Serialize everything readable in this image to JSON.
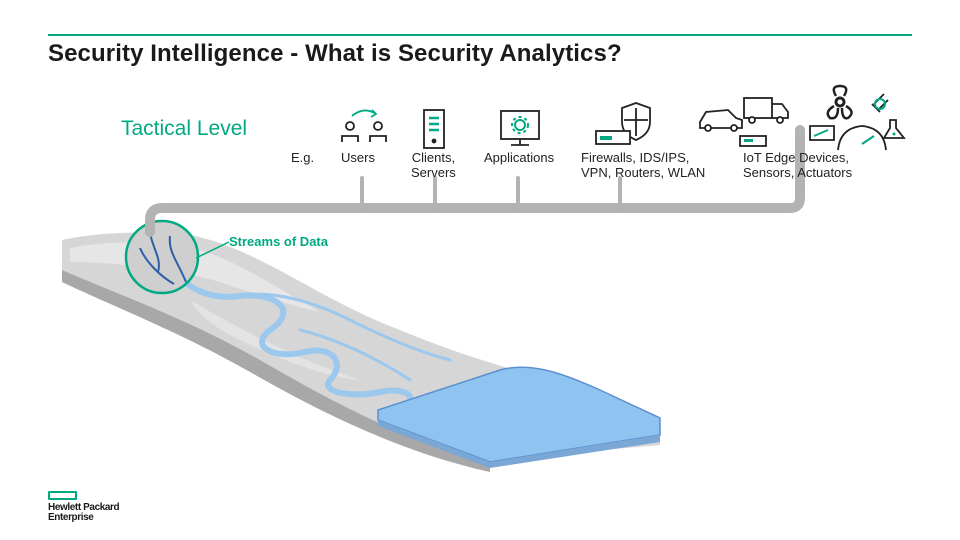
{
  "colors": {
    "accent": "#01a982",
    "connector": "#b3b3b3",
    "water": "#8fc3f0",
    "water_edge": "#5b8fce",
    "terrain": "#d9d9d9",
    "terrain_dark": "#b0b0b0"
  },
  "slide": {
    "title": "Security Intelligence - What is Security Analytics?"
  },
  "diagram": {
    "level": "Tactical Level",
    "eg_label": "E.g.",
    "stream_label": "Streams of Data",
    "sources": [
      {
        "label": "Users",
        "icon": "users-icon"
      },
      {
        "label": "Clients,\nServers",
        "icon": "server-icon"
      },
      {
        "label": "Applications",
        "icon": "application-monitor-icon"
      },
      {
        "label": "Firewalls, IDS/IPS,\nVPN, Routers, WLAN",
        "icon": "firewall-router-icon"
      },
      {
        "label": "IoT Edge Devices,\nSensors, Actuators",
        "icon": "iot-devices-icon"
      }
    ]
  },
  "logo": {
    "line1": "Hewlett Packard",
    "line2": "Enterprise"
  }
}
